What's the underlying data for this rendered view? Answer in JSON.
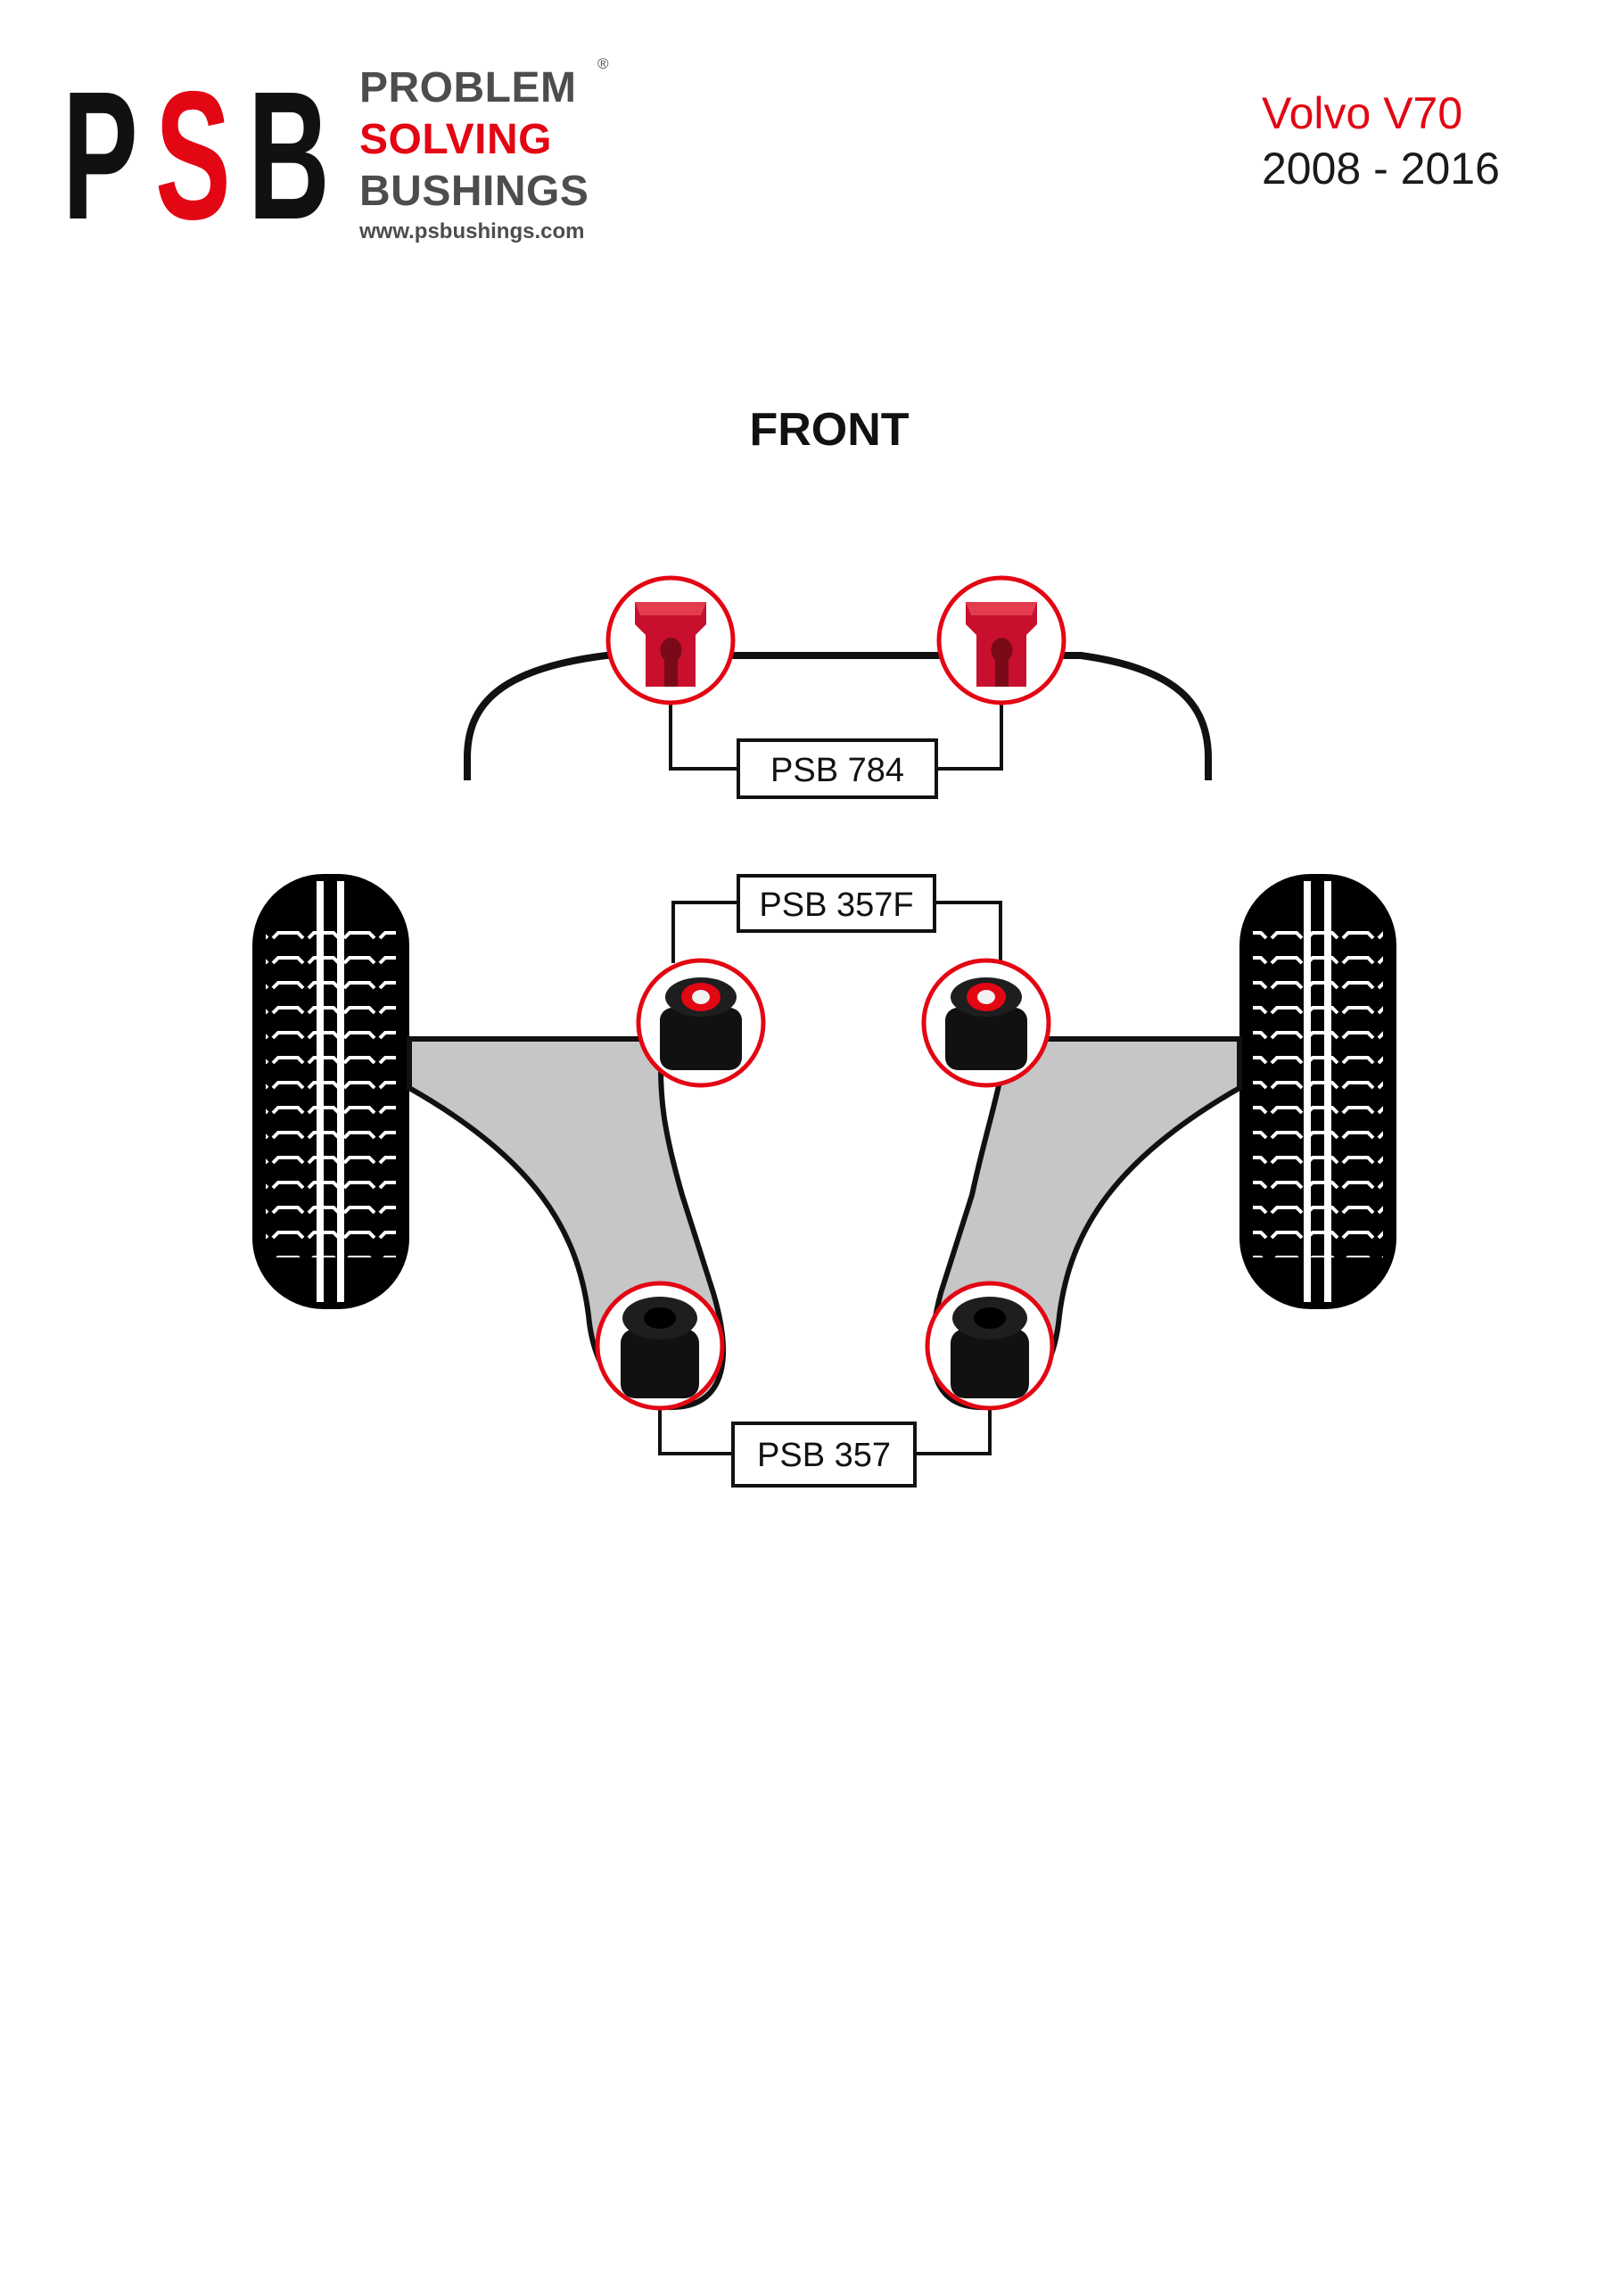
{
  "brand": {
    "letters": [
      {
        "char": "P",
        "color": "#111111"
      },
      {
        "char": "S",
        "color": "#e30613"
      },
      {
        "char": "B",
        "color": "#111111"
      }
    ],
    "lines": [
      {
        "text": "PROBLEM",
        "color": "#4d4d4d"
      },
      {
        "text": "SOLVING",
        "color": "#e30613"
      },
      {
        "text": "BUSHINGS",
        "color": "#4d4d4d"
      }
    ],
    "registered_mark": "®",
    "website": "www.psbushings.com"
  },
  "vehicle": {
    "model": "Volvo V70",
    "model_color": "#e30613",
    "years": "2008 - 2016"
  },
  "section": {
    "title": "FRONT"
  },
  "parts": {
    "anti_roll_bar": "PSB 784",
    "front_bush": "PSB 357F",
    "rear_bush": "PSB 357"
  },
  "colors": {
    "accent": "#e30613",
    "bush_red": "#c8102e",
    "bush_black": "#111111",
    "arm_fill": "#c6c6c6",
    "tyre": "#000000"
  }
}
